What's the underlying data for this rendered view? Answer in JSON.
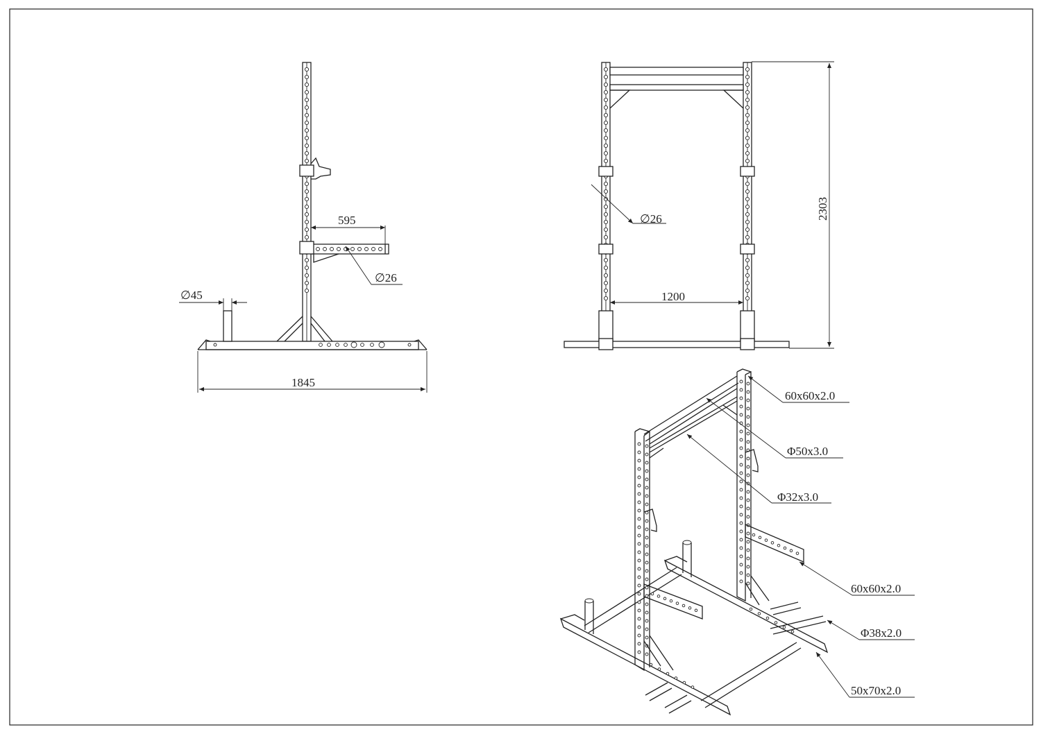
{
  "labels": {
    "side_width": "1845",
    "side_arm_length": "595",
    "side_hole_dia": "∅26",
    "side_peg_dia": "∅45",
    "front_width": "1200",
    "front_height": "2303",
    "front_hole_dia": "∅26",
    "iso_upright": "60x60x2.0",
    "iso_top_bar": "Φ50x3.0",
    "iso_pullup_bar": "Φ32x3.0",
    "iso_safety_arm": "60x60x2.0",
    "iso_peg": "Φ38x2.0",
    "iso_base": "50x70x2.0"
  }
}
